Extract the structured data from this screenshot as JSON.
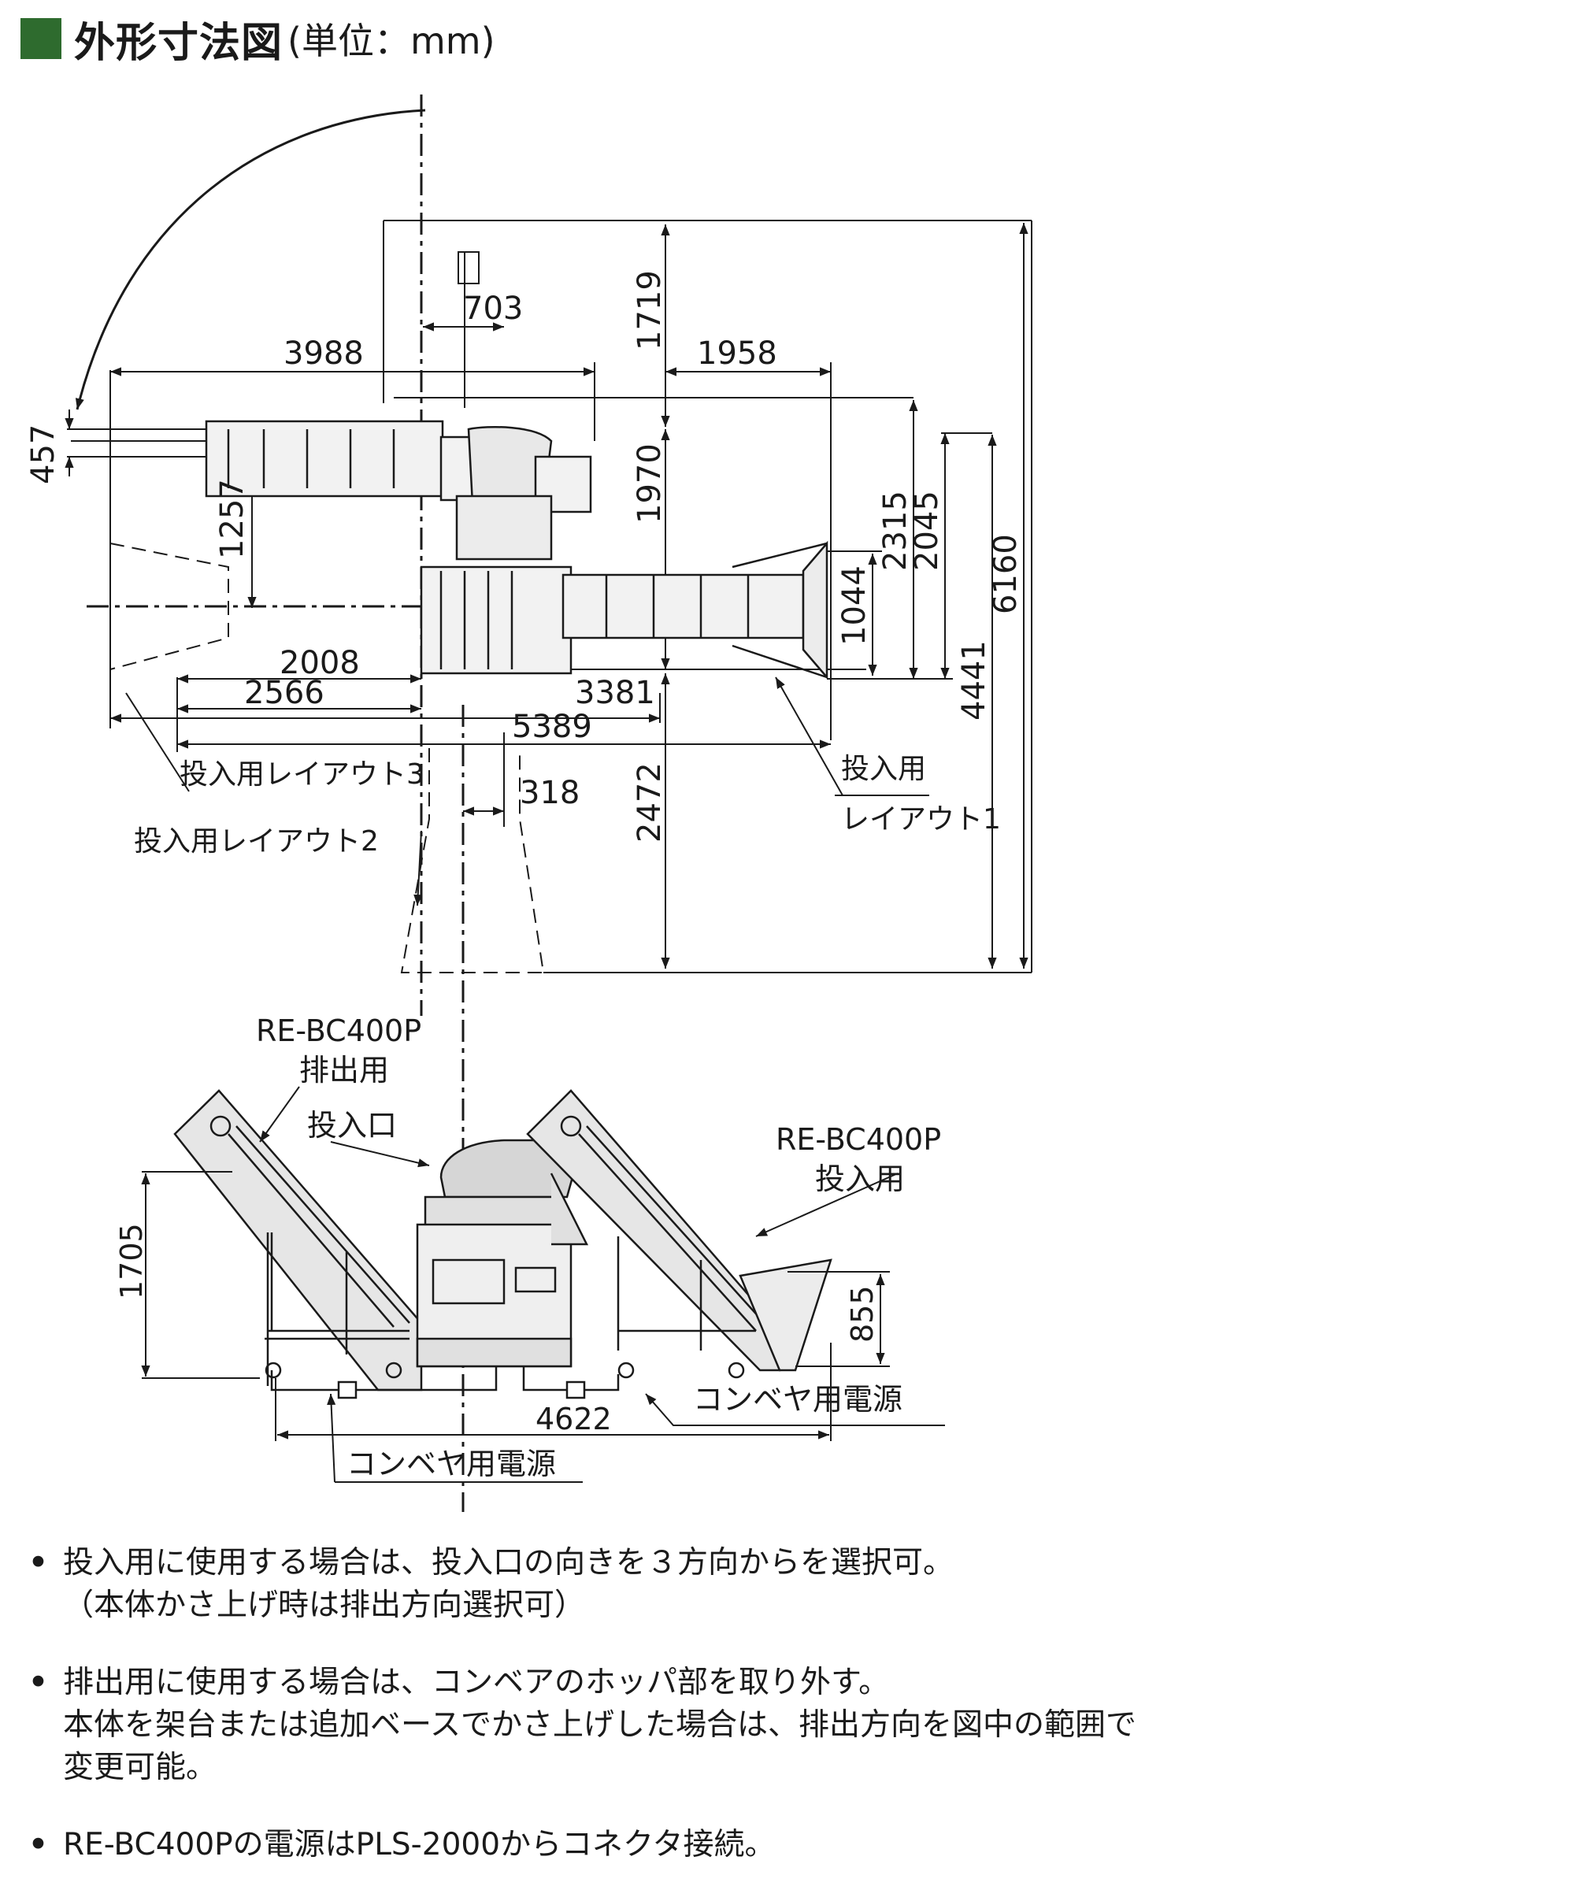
{
  "header": {
    "title": "外形寸法図",
    "unit": "(単位：mm)",
    "marker_color": "#2e6b2e"
  },
  "plan_view": {
    "dimensions": {
      "d703": "703",
      "d1719": "1719",
      "d3988": "3988",
      "d1958": "1958",
      "d457": "457",
      "d1257": "1257",
      "d1970": "1970",
      "d2315": "2315",
      "d2045": "2045",
      "d6160": "6160",
      "d1044": "1044",
      "d4441": "4441",
      "d2008": "2008",
      "d2566": "2566",
      "d3381": "3381",
      "d5389": "5389",
      "d318": "318",
      "d2472": "2472"
    },
    "labels": {
      "layout3": "投入用レイアウト3",
      "layout2": "投入用レイアウト2",
      "layout1_line1": "投入用",
      "layout1_line2": "レイアウト1"
    }
  },
  "side_view": {
    "dimensions": {
      "d1705": "1705",
      "d855": "855",
      "d4622": "4622"
    },
    "labels": {
      "discharge_model": "RE-BC400P",
      "discharge_use": "排出用",
      "inlet": "投入口",
      "input_model": "RE-BC400P",
      "input_use": "投入用",
      "power_right": "コンベヤ用電源",
      "power_left": "コンベヤ用電源"
    }
  },
  "notes": [
    {
      "bullet": "•",
      "lines": [
        "投入用に使用する場合は、投入口の向きを３方向からを選択可。",
        "（本体かさ上げ時は排出方向選択可）"
      ]
    },
    {
      "bullet": "•",
      "lines": [
        "排出用に使用する場合は、コンベアのホッパ部を取り外す。",
        "本体を架台または追加ベースでかさ上げした場合は、排出方向を図中の範囲で",
        "変更可能。"
      ]
    },
    {
      "bullet": "•",
      "lines": [
        "RE-BC400Pの電源はPLS-2000からコネクタ接続。"
      ]
    }
  ]
}
